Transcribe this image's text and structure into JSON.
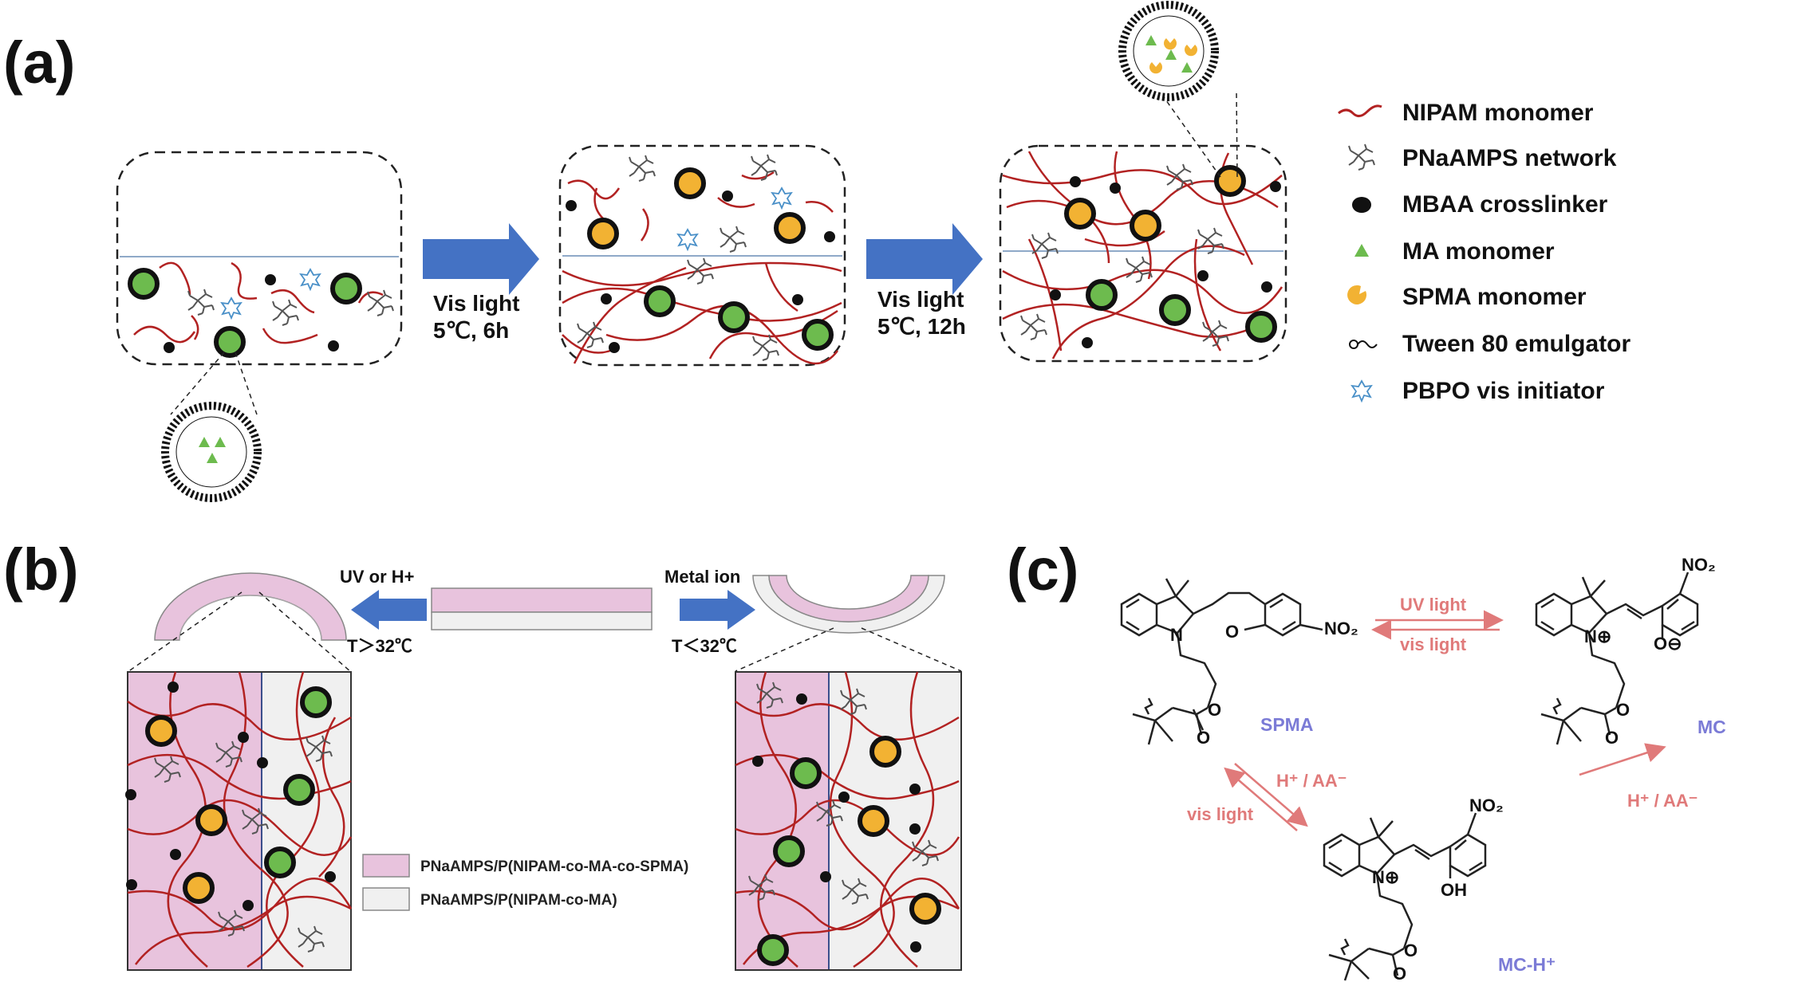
{
  "panels": {
    "a": {
      "label": "(a)",
      "step1": {
        "line1": "Vis light",
        "line2": "5℃, 6h"
      },
      "step2": {
        "line1": "Vis light",
        "line2": "5℃, 12h"
      },
      "legend": [
        {
          "icon": "nipam-monomer-icon",
          "text": "NIPAM monomer"
        },
        {
          "icon": "pnaamps-network-icon",
          "text": "PNaAMPS network"
        },
        {
          "icon": "mbaa-crosslinker-icon",
          "text": "MBAA crosslinker"
        },
        {
          "icon": "ma-monomer-icon",
          "text": "MA monomer"
        },
        {
          "icon": "spma-monomer-icon",
          "text": "SPMA monomer"
        },
        {
          "icon": "tween-emulgator-icon",
          "text": "Tween 80 emulgator"
        },
        {
          "icon": "pbpo-initiator-icon",
          "text": "PBPO vis initiator"
        }
      ]
    },
    "b": {
      "label": "(b)",
      "left_top": "UV or H+",
      "left_bottom": "T＞32℃",
      "right_top": "Metal ion",
      "right_bottom": "T＜32℃",
      "legend": [
        {
          "text": "PNaAMPS/P(NIPAM-co-MA-co-SPMA)"
        },
        {
          "text": "PNaAMPS/P(NIPAM-co-MA)"
        }
      ]
    },
    "c": {
      "label": "(c)",
      "top_forward": "UV light",
      "top_back": "vis light",
      "left_up": "H⁺ / AA⁻",
      "left_down": "vis light",
      "right": "H⁺ / AA⁻",
      "names": {
        "spma": "SPMA",
        "mc": "MC",
        "mch": "MC-H⁺"
      },
      "groups": {
        "nitro": "NO₂",
        "o": "O",
        "n": "N",
        "n_plus": "N⊕",
        "o_minus": "O⊖",
        "oh": "OH"
      }
    }
  },
  "colors": {
    "chain": "#b22222",
    "green": "#6dbb4e",
    "orange": "#f2b233",
    "arrow": "#4472c4",
    "pink": "#e8c3dd",
    "gray": "#f0f0f0",
    "rxn_arrow": "#e07a7a"
  }
}
